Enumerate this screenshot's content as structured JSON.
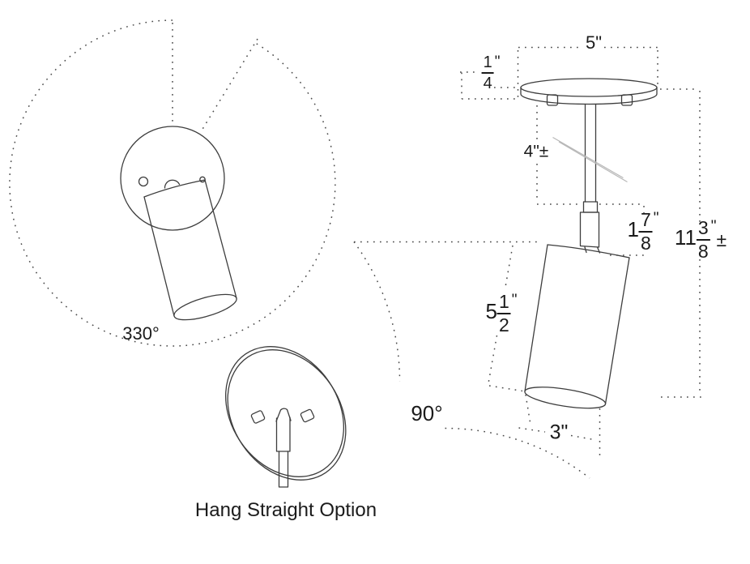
{
  "figures": {
    "plan_view": {
      "rotation_label": "330°"
    },
    "side_view": {
      "tilt_label": "90°",
      "dims": {
        "canopy_diameter": {
          "text": "5\""
        },
        "canopy_thickness": {
          "num": "1",
          "den": "4",
          "suffix": "\""
        },
        "stem_length": {
          "text": "4\"±"
        },
        "swivel_height": {
          "whole": "1",
          "num": "7",
          "den": "8",
          "suffix": "\""
        },
        "overall_height": {
          "whole": "11",
          "num": "3",
          "den": "8",
          "suffix": "\"",
          "suffix2": "±"
        },
        "shade_length": {
          "whole": "5",
          "num": "1",
          "den": "2",
          "suffix": "\""
        },
        "shade_diameter": {
          "text": "3\""
        }
      }
    },
    "hang_straight": {
      "caption": "Hang Straight Option"
    }
  },
  "colors": {
    "line": "#3d3d3d",
    "dotted_line": "#4a4a4a",
    "break_line": "#b8b8b8",
    "text": "#1b1b1b",
    "background": "#ffffff"
  }
}
